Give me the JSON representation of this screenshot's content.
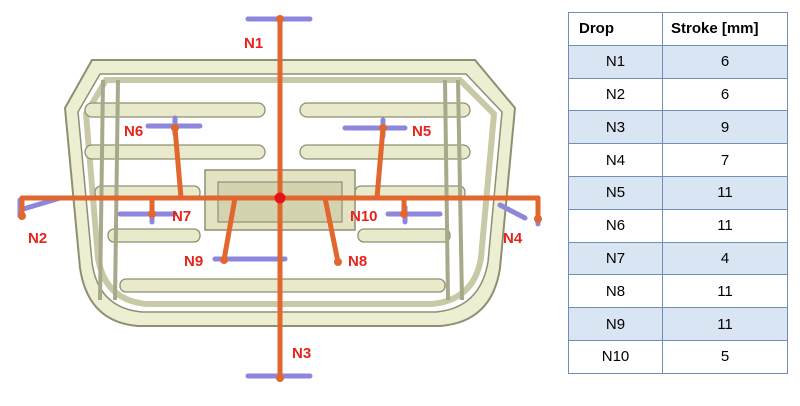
{
  "colors": {
    "frame_fill": "#eeeed2",
    "frame_stroke": "#8f8f72",
    "beam": "#e2672f",
    "beam_dark": "#c9531e",
    "label": "#e8231b",
    "support": "#8c86dc",
    "table_border": "#6f8fb4",
    "table_band": "#d9e5f3"
  },
  "diagram": {
    "labels": [
      "N1",
      "N2",
      "N3",
      "N4",
      "N5",
      "N6",
      "N7",
      "N8",
      "N9",
      "N10"
    ]
  },
  "table": {
    "headers": [
      "Drop",
      "Stroke [mm]"
    ],
    "rows": [
      {
        "drop": "N1",
        "stroke": "6"
      },
      {
        "drop": "N2",
        "stroke": "6"
      },
      {
        "drop": "N3",
        "stroke": "9"
      },
      {
        "drop": "N4",
        "stroke": "7"
      },
      {
        "drop": "N5",
        "stroke": "11"
      },
      {
        "drop": "N6",
        "stroke": "11"
      },
      {
        "drop": "N7",
        "stroke": "4"
      },
      {
        "drop": "N8",
        "stroke": "11"
      },
      {
        "drop": "N9",
        "stroke": "11"
      },
      {
        "drop": "N10",
        "stroke": "5"
      }
    ]
  }
}
